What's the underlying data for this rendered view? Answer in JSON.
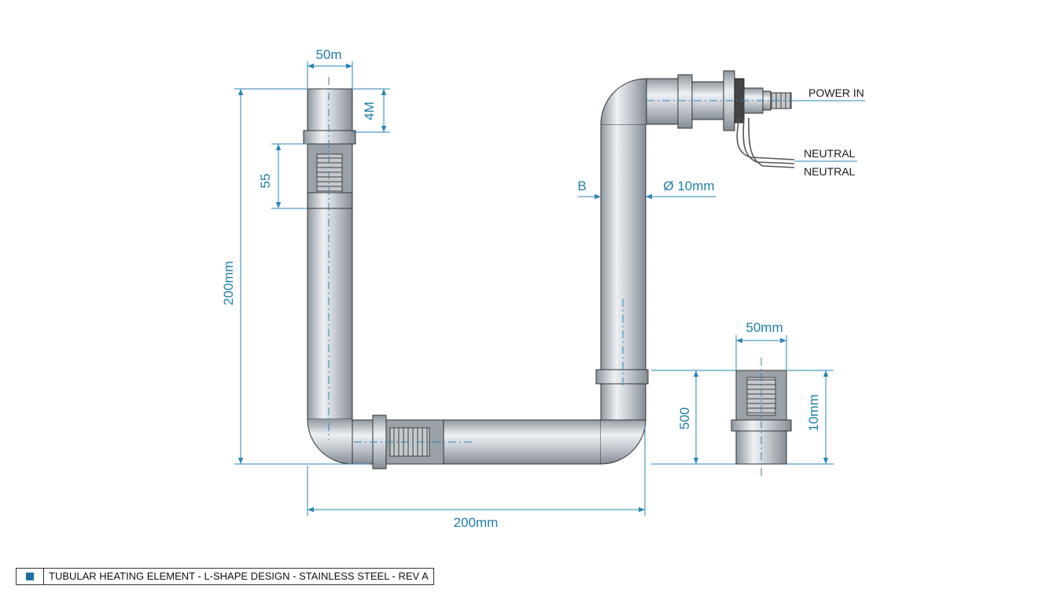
{
  "dimensions": {
    "top_width": "50m",
    "top_cap_height": "4M",
    "coil_section": "55",
    "overall_height": "200mm",
    "bottom_width": "200mm",
    "pipe_ref": "B",
    "pipe_diameter": "Ø 10mm",
    "detail_width": "50mm",
    "detail_height_left": "500",
    "detail_height_right": "10mm"
  },
  "labels": {
    "power_in": "POWER IN",
    "neutral_1": "NEUTRAL",
    "neutral_2": "NEUTRAL"
  },
  "title_block": {
    "text": "TUBULAR HEATING ELEMENT - L-SHAPE DESIGN - STAINLESS STEEL - REV A"
  },
  "colors": {
    "dimension": "#1f7fa8",
    "pipe_mid": "#b8bec5",
    "pipe_highlight": "#f4f6f8",
    "pipe_shadow": "#8c949c",
    "title_square": "#1f6fa8"
  }
}
